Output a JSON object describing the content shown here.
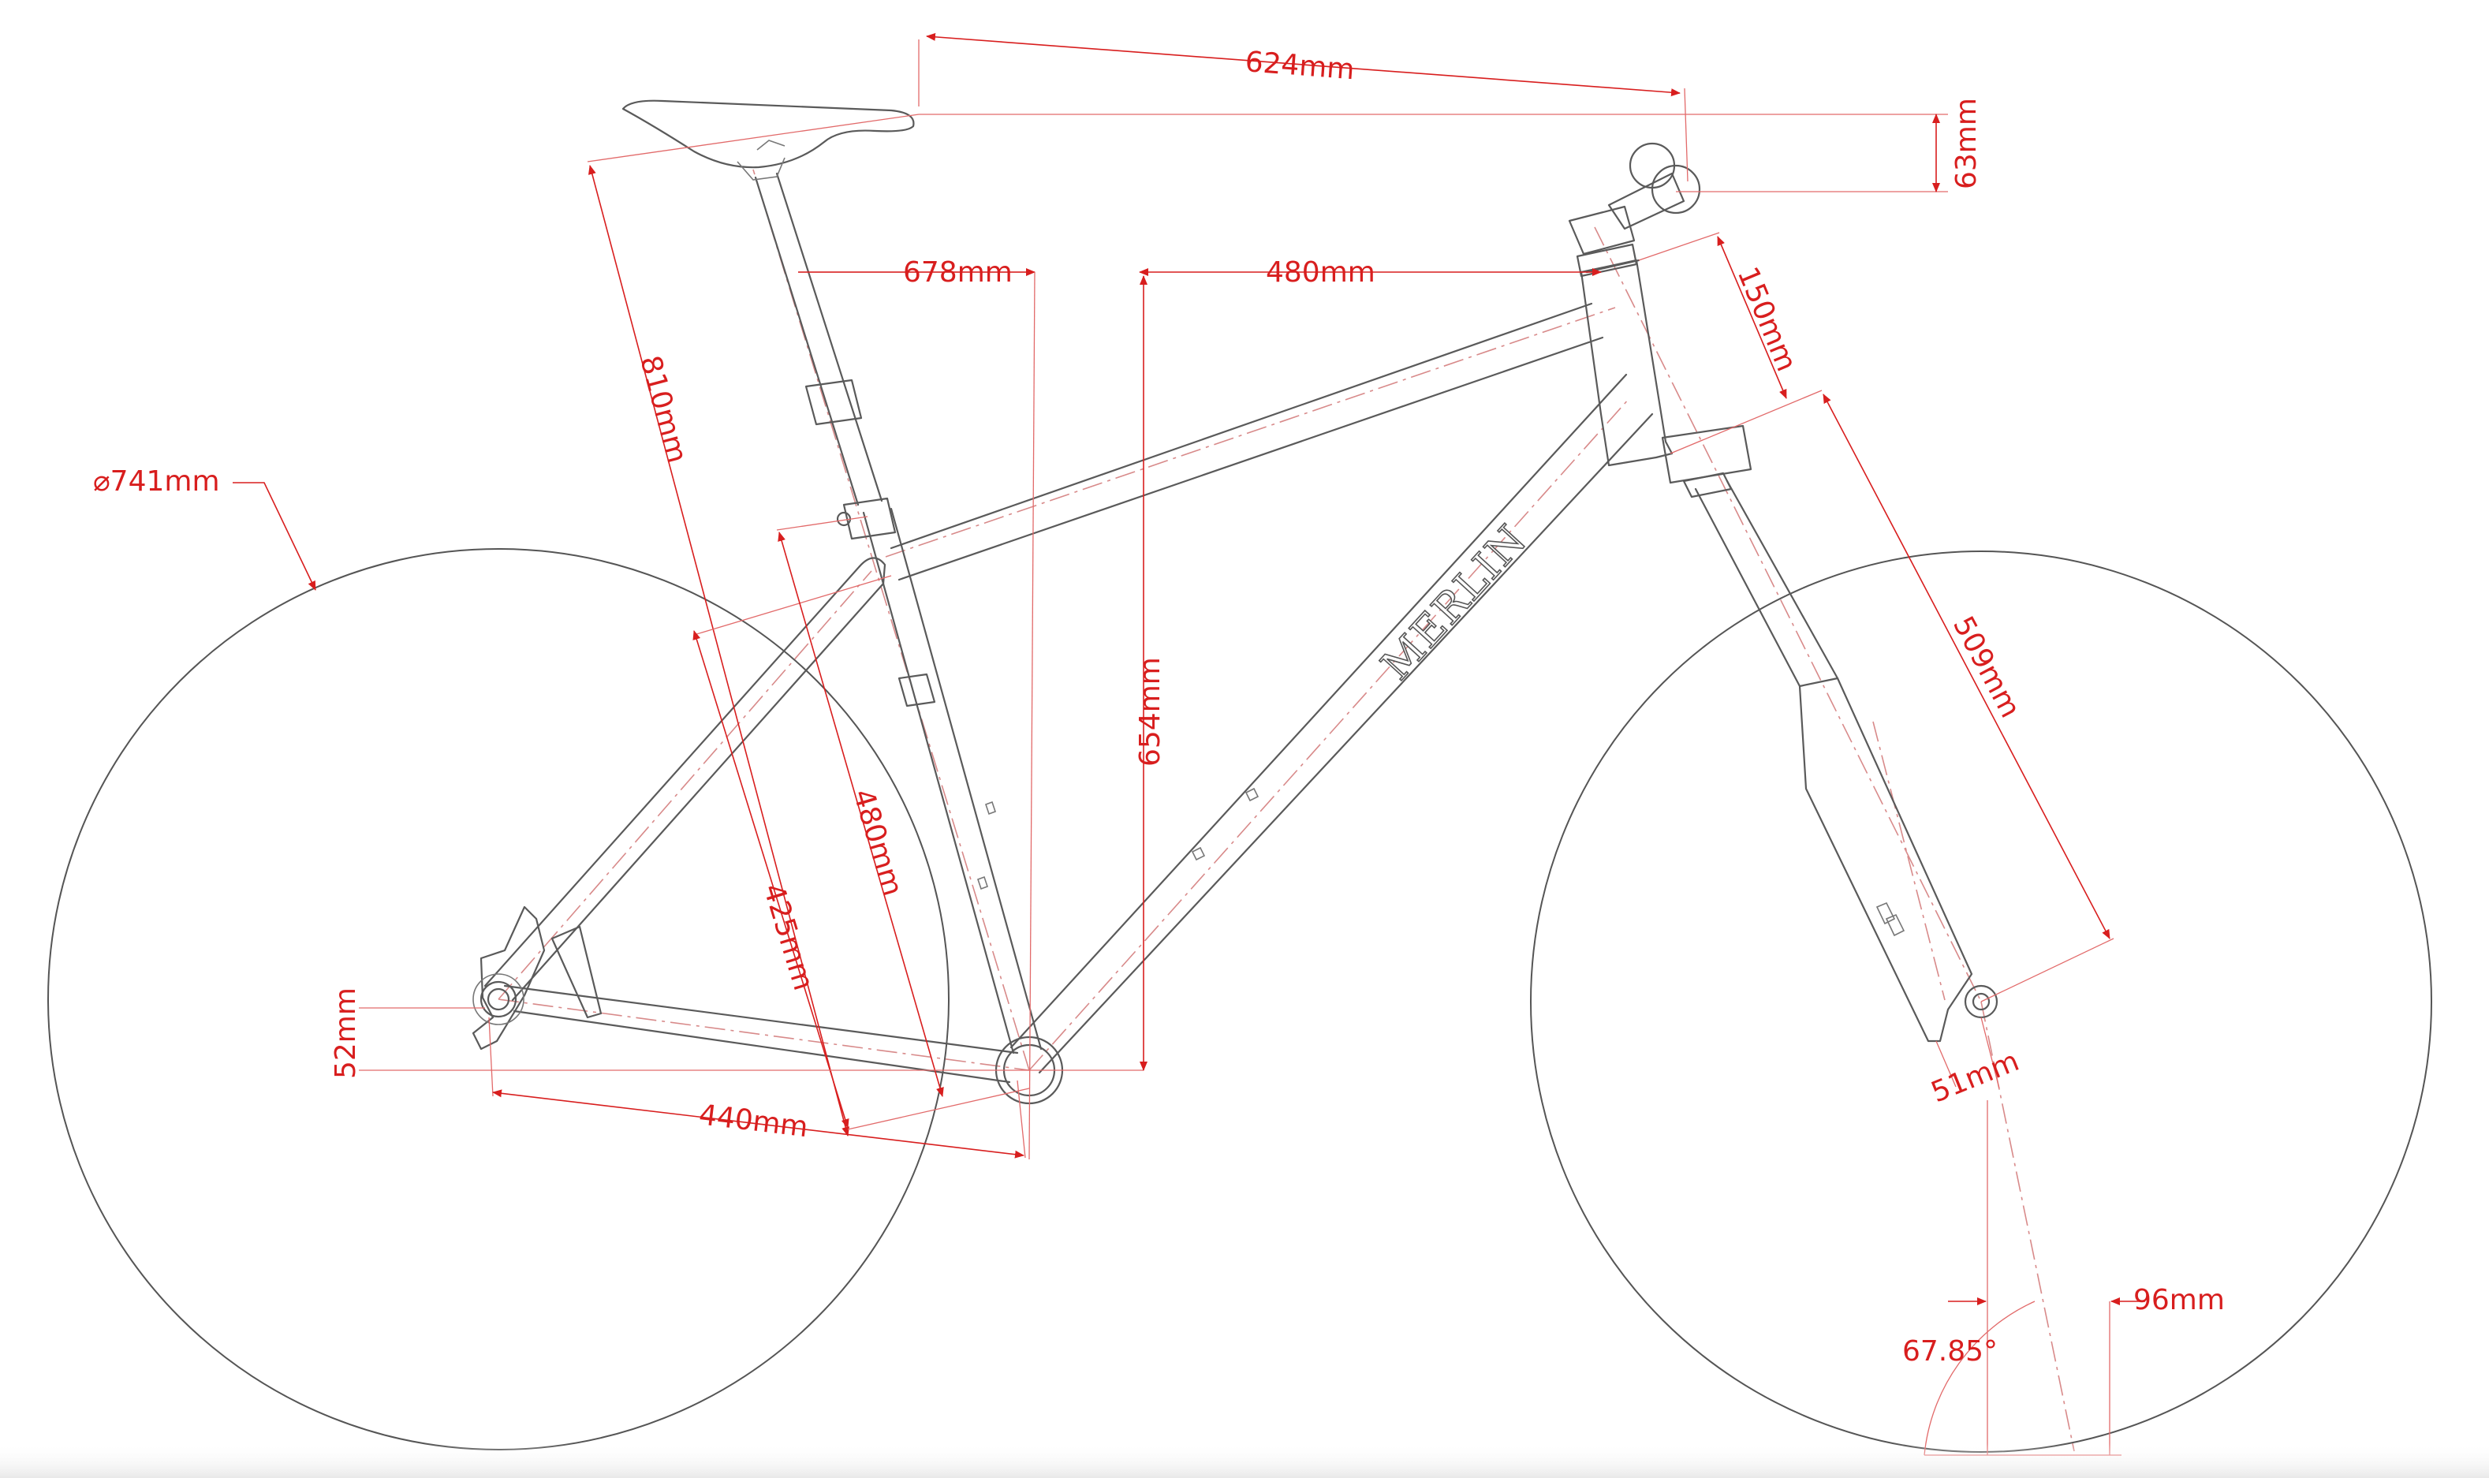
{
  "brand_label": "MERLIN",
  "colors": {
    "dimension": "#d81e1e",
    "frame_line": "#5a5a5a",
    "centerline": "#d88a8a",
    "background": "#ffffff"
  },
  "dimensions": {
    "wheel_diameter": "⌀741mm",
    "reach_to_bars": "624mm",
    "stem_rise": "63mm",
    "stack_horizontal": "678mm",
    "effective_top_tube": "480mm",
    "head_tube": "150mm",
    "saddle_height": "810mm",
    "stack_vertical": "654mm",
    "seat_tube_c_t": "480mm",
    "chainstay_vertical": "425mm",
    "fork_length": "509mm",
    "bb_drop": "52mm",
    "chainstay": "440mm",
    "fork_offset": "51mm",
    "head_angle": "67.85°",
    "trail": "96mm"
  }
}
